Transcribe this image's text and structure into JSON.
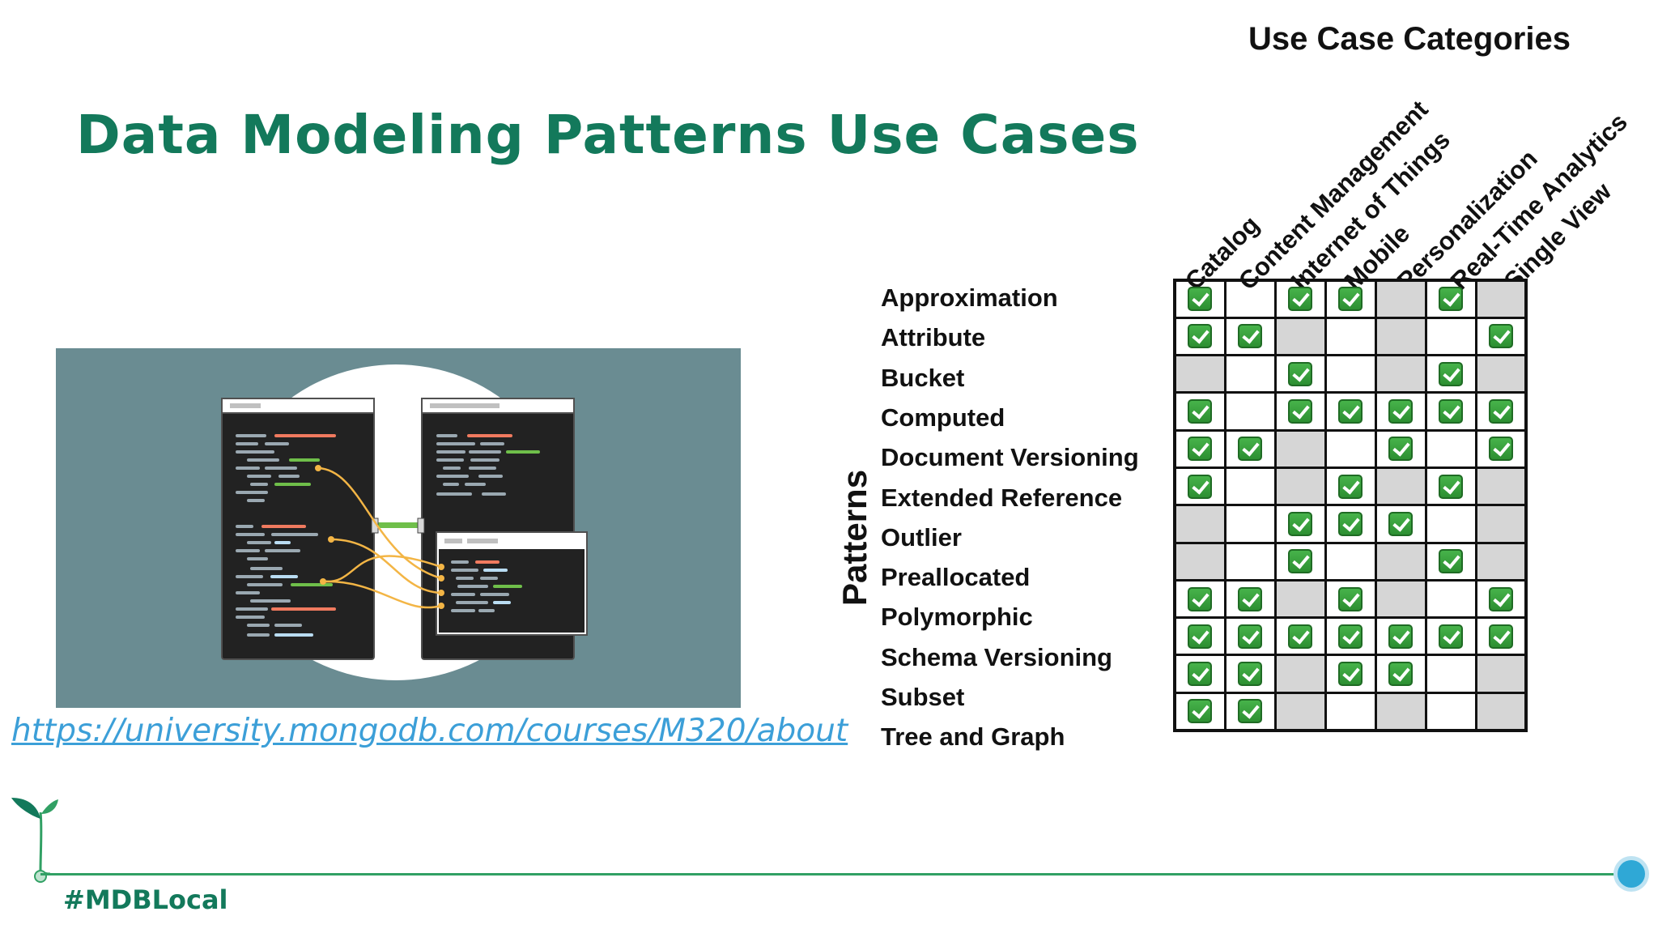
{
  "slide": {
    "title": "Data Modeling Patterns Use Cases",
    "link": "https://university.mongodb.com/courses/M320/about",
    "hashtag": "#MDBLocal"
  },
  "colors": {
    "title_green": "#13795b",
    "link_blue": "#3c9fd8",
    "illustration_bg": "#6a8c92",
    "check_green": "#3aa33f",
    "shaded_cell": "#d6d6d6",
    "footer_line": "#31a064",
    "footer_dot": "#2fa8d6"
  },
  "illustration": {
    "icon": "schema-mapping-illustration",
    "accent_colors": [
      "#f07a5f",
      "#6fbf4a",
      "#b9dcf2",
      "#f3b545",
      "#9aa8b1"
    ]
  },
  "chart_data": {
    "type": "table",
    "title": "Use Case Categories",
    "row_axis_label": "Patterns",
    "columns": [
      "Catalog",
      "Content Management",
      "Internet of Things",
      "Mobile",
      "Personalization",
      "Real-Time Analytics",
      "Single View"
    ],
    "rows": [
      {
        "pattern": "Approximation",
        "checks": [
          true,
          false,
          true,
          true,
          false,
          true,
          false
        ]
      },
      {
        "pattern": "Attribute",
        "checks": [
          true,
          true,
          false,
          false,
          false,
          false,
          true
        ]
      },
      {
        "pattern": "Bucket",
        "checks": [
          false,
          false,
          true,
          false,
          false,
          true,
          false
        ]
      },
      {
        "pattern": "Computed",
        "checks": [
          true,
          false,
          true,
          true,
          true,
          true,
          true
        ]
      },
      {
        "pattern": "Document Versioning",
        "checks": [
          true,
          true,
          false,
          false,
          true,
          false,
          true
        ]
      },
      {
        "pattern": "Extended Reference",
        "checks": [
          true,
          false,
          false,
          true,
          false,
          true,
          false
        ]
      },
      {
        "pattern": "Outlier",
        "checks": [
          false,
          false,
          true,
          true,
          true,
          false,
          false
        ]
      },
      {
        "pattern": "Preallocated",
        "checks": [
          false,
          false,
          true,
          false,
          false,
          true,
          false
        ]
      },
      {
        "pattern": "Polymorphic",
        "checks": [
          true,
          true,
          false,
          true,
          false,
          false,
          true
        ]
      },
      {
        "pattern": "Schema Versioning",
        "checks": [
          true,
          true,
          true,
          true,
          true,
          true,
          true
        ]
      },
      {
        "pattern": "Subset",
        "checks": [
          true,
          true,
          false,
          true,
          true,
          false,
          false
        ]
      },
      {
        "pattern": "Tree and Graph",
        "checks": [
          true,
          true,
          false,
          false,
          false,
          false,
          false
        ]
      }
    ],
    "shaded_columns": [
      0,
      2,
      4,
      6
    ],
    "cell_icon": "green-checkbox-icon"
  }
}
